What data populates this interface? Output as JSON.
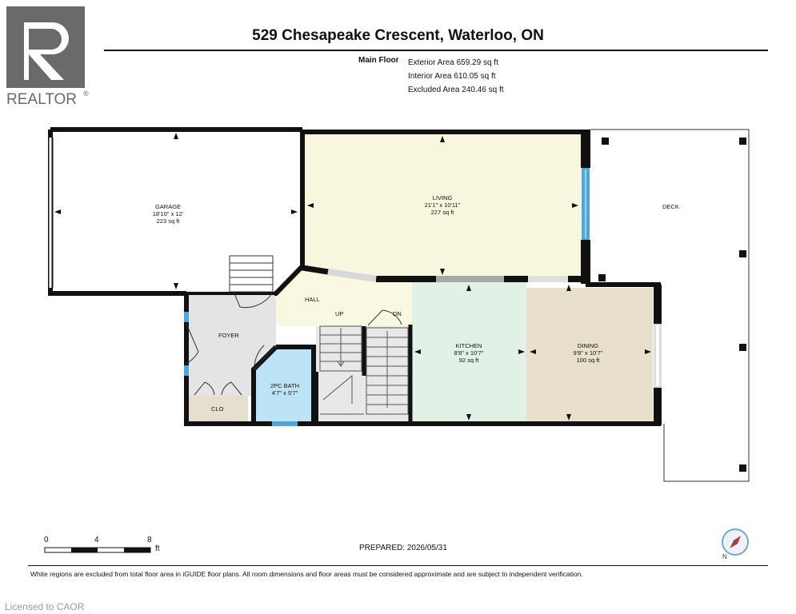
{
  "watermark": {
    "brand": "REALTOR",
    "registered": "®",
    "license": "Licensed to CAOR"
  },
  "header": {
    "title": "529 Chesapeake Crescent, Waterloo, ON",
    "floor": "Main Floor",
    "exterior_area": "Exterior Area 659.29 sq ft",
    "interior_area": "Interior Area 610.05 sq ft",
    "excluded_area": "Excluded Area 240.46 sq ft"
  },
  "rooms": {
    "garage": {
      "name": "GARAGE",
      "dims": "18'10\" x 12'",
      "area": "223 sq ft"
    },
    "living": {
      "name": "LIVING",
      "dims": "21'1\" x 10'11\"",
      "area": "227 sq ft"
    },
    "deck": {
      "name": "DECK"
    },
    "hall": {
      "name": "HALL",
      "up": "UP",
      "dn": "DN"
    },
    "foyer": {
      "name": "FOYER"
    },
    "closet": {
      "name": "CLO"
    },
    "bath": {
      "name": "2PC BATH",
      "dims": "4'7\" x 5'7\""
    },
    "kitchen": {
      "name": "KITCHEN",
      "dims": "8'8\" x 10'7\"",
      "area": "92 sq ft"
    },
    "dining": {
      "name": "DINING",
      "dims": "9'8\" x 10'7\"",
      "area": "100 sq ft"
    }
  },
  "colors": {
    "wall": "#111111",
    "living": "#f8f6dc",
    "hall": "#fbf8e2",
    "foyer": "#e4e4e4",
    "closet": "#e6dfd0",
    "bath": "#bde3f7",
    "kitchen": "#e2f1e6",
    "dining": "#e9e0cc",
    "window": "#4ea6dc",
    "opening": "#d8d8d8",
    "logo": "#666666"
  },
  "scale": {
    "tick_0": "0",
    "tick_4": "4",
    "tick_8": "8",
    "unit": "ft"
  },
  "compass": {
    "north": "N"
  },
  "footer": {
    "prepared": "PREPARED: 2026/05/31",
    "disclaimer": "White regions are excluded from total floor area in iGUIDE floor plans. All room dimensions and floor areas must be considered approximate and are subject to independent verification."
  }
}
